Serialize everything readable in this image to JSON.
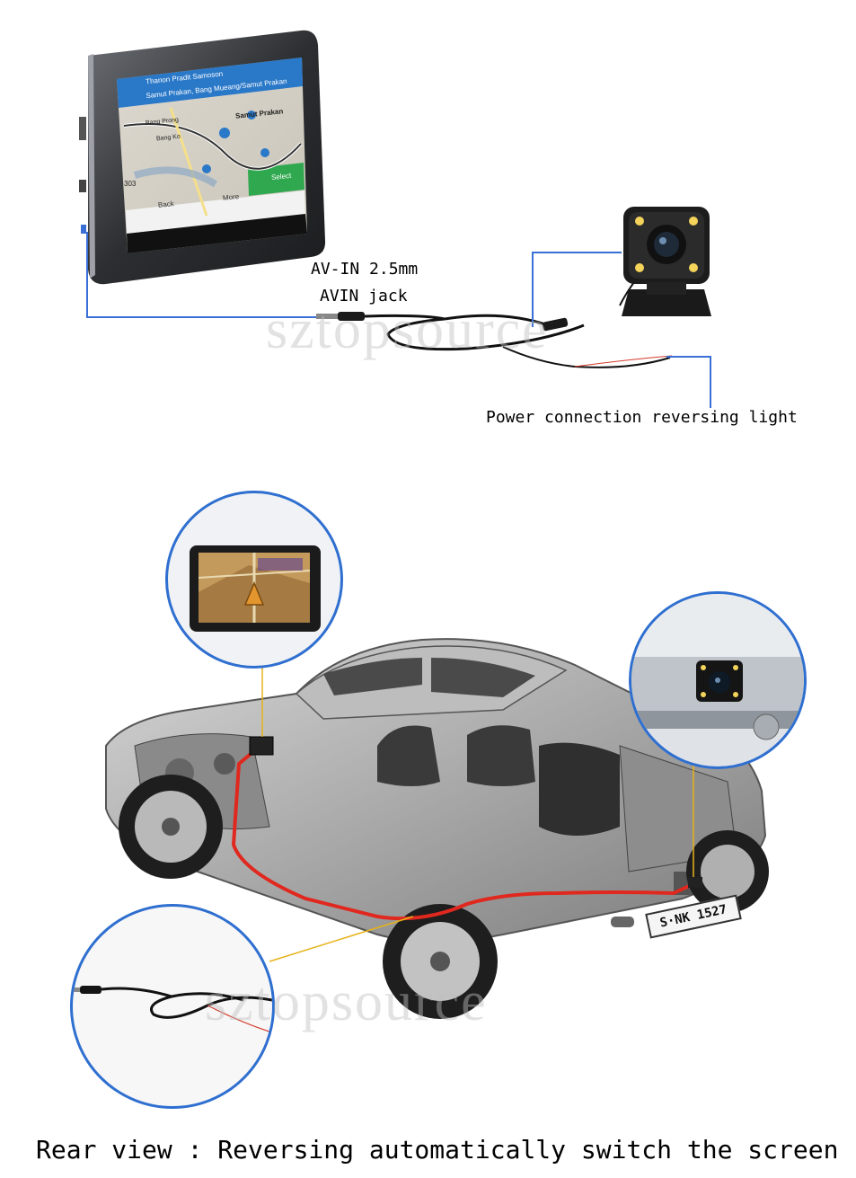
{
  "top": {
    "labels": {
      "av_in": "AV-IN 2.5mm",
      "avin_jack": "AVIN jack",
      "power": "Power connection reversing light"
    },
    "gps_screen": {
      "header_line1": "Thanon Pradit Samoson",
      "header_line2": "Samut Prakan, Bang Mueang/Samut Prakan",
      "place_1": "Bang Prong",
      "place_2": "Samut Prakan",
      "place_3": "Bang Ko",
      "scale": "303",
      "back_button": "Back",
      "more_button": "More",
      "select_button": "Select"
    },
    "watermark": "sztopsource"
  },
  "bottom": {
    "watermark": "sztopsource",
    "license_plate": "S·NK 1527",
    "caption": "Rear view : Reversing automatically switch the screen"
  },
  "colors": {
    "connector_blue": "#3a6fd6",
    "wire_red": "#e0281e",
    "leader_yellow": "#e6b21a",
    "select_green": "#2fa84f",
    "screen_blue": "#2a78c8"
  }
}
